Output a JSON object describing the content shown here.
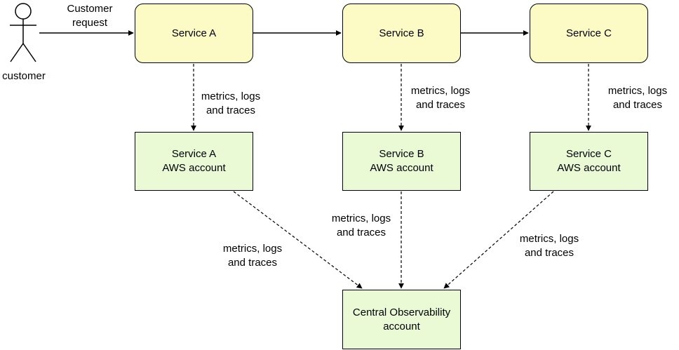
{
  "diagram": {
    "actor": {
      "label": "customer"
    },
    "request_label": {
      "line1": "Customer",
      "line2": "request"
    },
    "services": {
      "a": "Service A",
      "b": "Service B",
      "c": "Service C"
    },
    "accounts": {
      "a": {
        "line1": "Service A",
        "line2": "AWS account"
      },
      "b": {
        "line1": "Service B",
        "line2": "AWS account"
      },
      "c": {
        "line1": "Service C",
        "line2": "AWS account"
      }
    },
    "central": {
      "line1": "Central Observability",
      "line2": "account"
    },
    "edge_label": {
      "line1": "metrics, logs",
      "line2": "and traces"
    },
    "colors": {
      "service_fill": "#fdfbc5",
      "account_fill": "#e9fad5",
      "stroke": "#000000"
    }
  }
}
